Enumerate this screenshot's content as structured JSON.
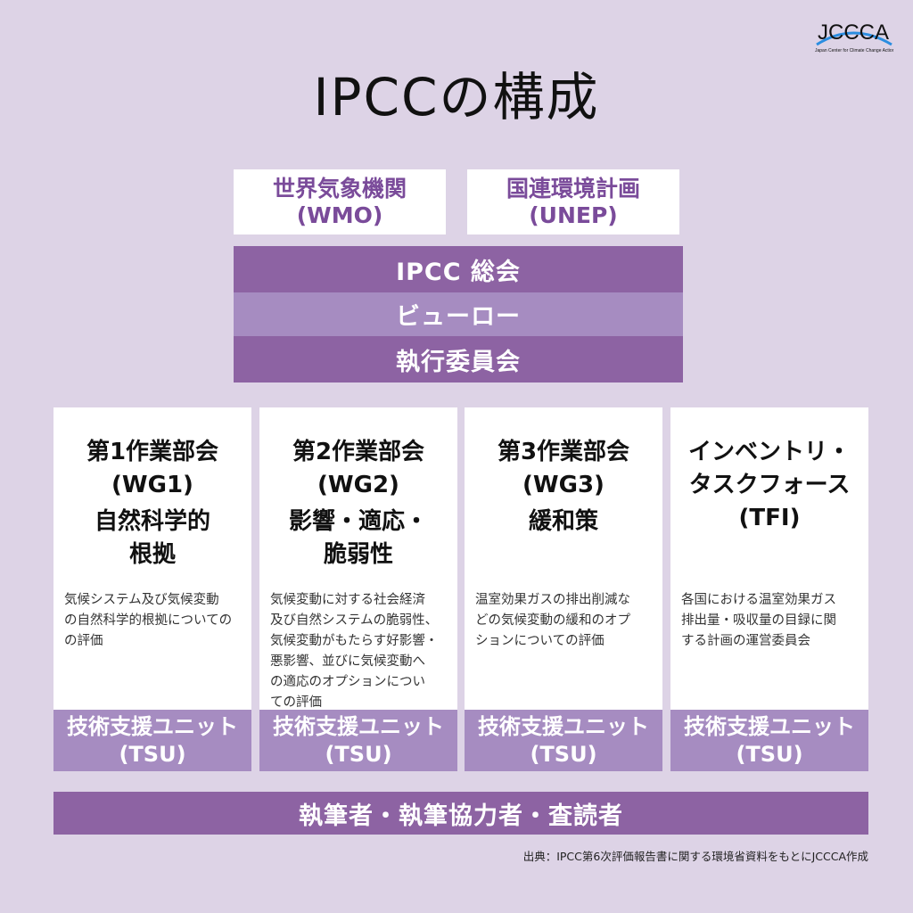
{
  "title": "IPCCの構成",
  "logo": {
    "name": "JCCCA",
    "subtitle": "Japan Center for Climate Change Actions"
  },
  "parents": [
    {
      "label": "世界気象機関\n(WMO)"
    },
    {
      "label": "国連環境計画\n(UNEP)"
    }
  ],
  "ipcc_bars": [
    "IPCC 総会",
    "ビューロー",
    "執行委員会"
  ],
  "groups": [
    {
      "heading": "第1作業部会\n(WG1)",
      "subject": "自然科学的\n根拠",
      "description": "気候システム及び気候変動\nの自然科学的根拠についての\nの評価",
      "tsu": "技術支援ユニット\n(TSU)"
    },
    {
      "heading": "第2作業部会\n(WG2)",
      "subject": "影響・適応・\n脆弱性",
      "description": "気候変動に対する社会経済\n及び自然システムの脆弱性、\n気候変動がもたらす好影響・\n悪影響、並びに気候変動へ\nの適応のオプションについ\nての評価",
      "tsu": "技術支援ユニット\n(TSU)"
    },
    {
      "heading": "第3作業部会\n(WG3)",
      "subject": "緩和策",
      "description": "温室効果ガスの排出削減な\nどの気候変動の緩和のオプ\nションについての評価",
      "tsu": "技術支援ユニット\n(TSU)"
    },
    {
      "heading": "インベントリ・\nタスクフォース\n(TFI)",
      "subject": "",
      "description": "各国における温室効果ガス\n排出量・吸収量の目録に関\nする計画の運営委員会",
      "tsu": "技術支援ユニット\n(TSU)"
    }
  ],
  "authors": "執筆者・執筆協力者・査読者",
  "source": "出典：IPCC第6次評価報告書に関する環境省資料をもとにJCCCA作成",
  "colors": {
    "background": "#ddd3e6",
    "dark_purple": "#8d63a3",
    "light_purple": "#a68cc1",
    "text_purple": "#7a4b9a"
  }
}
